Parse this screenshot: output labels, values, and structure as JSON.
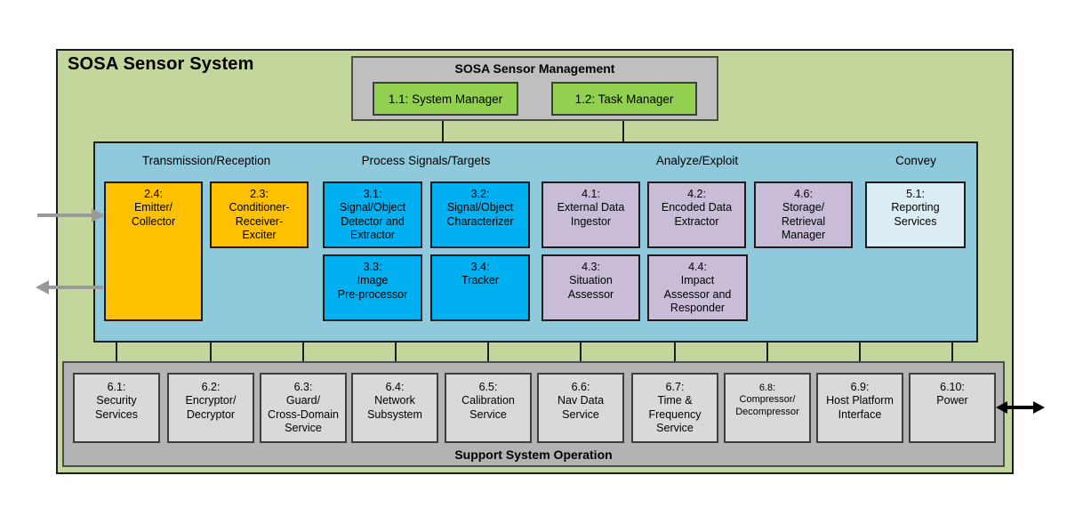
{
  "system": {
    "title": "SOSA Sensor System"
  },
  "management": {
    "title": "SOSA Sensor Management",
    "boxes": [
      {
        "label": "1.1: System Manager"
      },
      {
        "label": "1.2: Task Manager"
      }
    ]
  },
  "processing": {
    "section_headers": [
      {
        "label": "Transmission/Reception"
      },
      {
        "label": "Process Signals/Targets"
      },
      {
        "label": "Analyze/Exploit"
      },
      {
        "label": "Convey"
      }
    ],
    "boxes": [
      {
        "id": "2.4",
        "label": "2.4:\nEmitter/\nCollector"
      },
      {
        "id": "2.3",
        "label": "2.3:\nConditioner-\nReceiver-\nExciter"
      },
      {
        "id": "3.1",
        "label": "3.1:\nSignal/Object\nDetector and\nExtractor"
      },
      {
        "id": "3.2",
        "label": "3.2:\nSignal/Object\nCharacterizer"
      },
      {
        "id": "4.1",
        "label": "4.1:\nExternal Data\nIngestor"
      },
      {
        "id": "4.2",
        "label": "4.2:\nEncoded Data\nExtractor"
      },
      {
        "id": "4.6",
        "label": "4.6:\nStorage/\nRetrieval\nManager"
      },
      {
        "id": "5.1",
        "label": "5.1:\nReporting\nServices"
      },
      {
        "id": "3.3",
        "label": "3.3:\nImage\nPre-processor"
      },
      {
        "id": "3.4",
        "label": "3.4:\nTracker"
      },
      {
        "id": "4.3",
        "label": "4.3:\nSituation\nAssessor"
      },
      {
        "id": "4.4",
        "label": "4.4:\nImpact\nAssessor and\nResponder"
      }
    ]
  },
  "support": {
    "title": "Support System Operation",
    "boxes": [
      {
        "id": "6.1",
        "label": "6.1:\nSecurity\nServices"
      },
      {
        "id": "6.2",
        "label": "6.2:\nEncryptor/\nDecryptor"
      },
      {
        "id": "6.3",
        "label": "6.3:\nGuard/\nCross-Domain\nService"
      },
      {
        "id": "6.4",
        "label": "6.4:\nNetwork\nSubsystem"
      },
      {
        "id": "6.5",
        "label": "6.5:\nCalibration\nService"
      },
      {
        "id": "6.6",
        "label": "6.6:\nNav Data\nService"
      },
      {
        "id": "6.7",
        "label": "6.7:\nTime &\nFrequency\nService"
      },
      {
        "id": "6.8",
        "label": "6.8:\nCompressor/\nDecompressor"
      },
      {
        "id": "6.9",
        "label": "6.9:\nHost Platform\nInterface"
      },
      {
        "id": "6.10",
        "label": "6.10:\nPower"
      }
    ]
  },
  "colors": {
    "outer_background": "#c3d69b",
    "management_background": "#bfbfbf",
    "manager_box": "#92d050",
    "processing_background": "#8ecadb",
    "transmission_box": "#ffc000",
    "process_box": "#00b0f0",
    "analyze_box": "#c8bcd6",
    "convey_box": "#daeef3",
    "support_background": "#b3b3b3",
    "support_box": "#d9d9d9",
    "io_arrow": "#999999",
    "power_arrow": "#000000"
  }
}
